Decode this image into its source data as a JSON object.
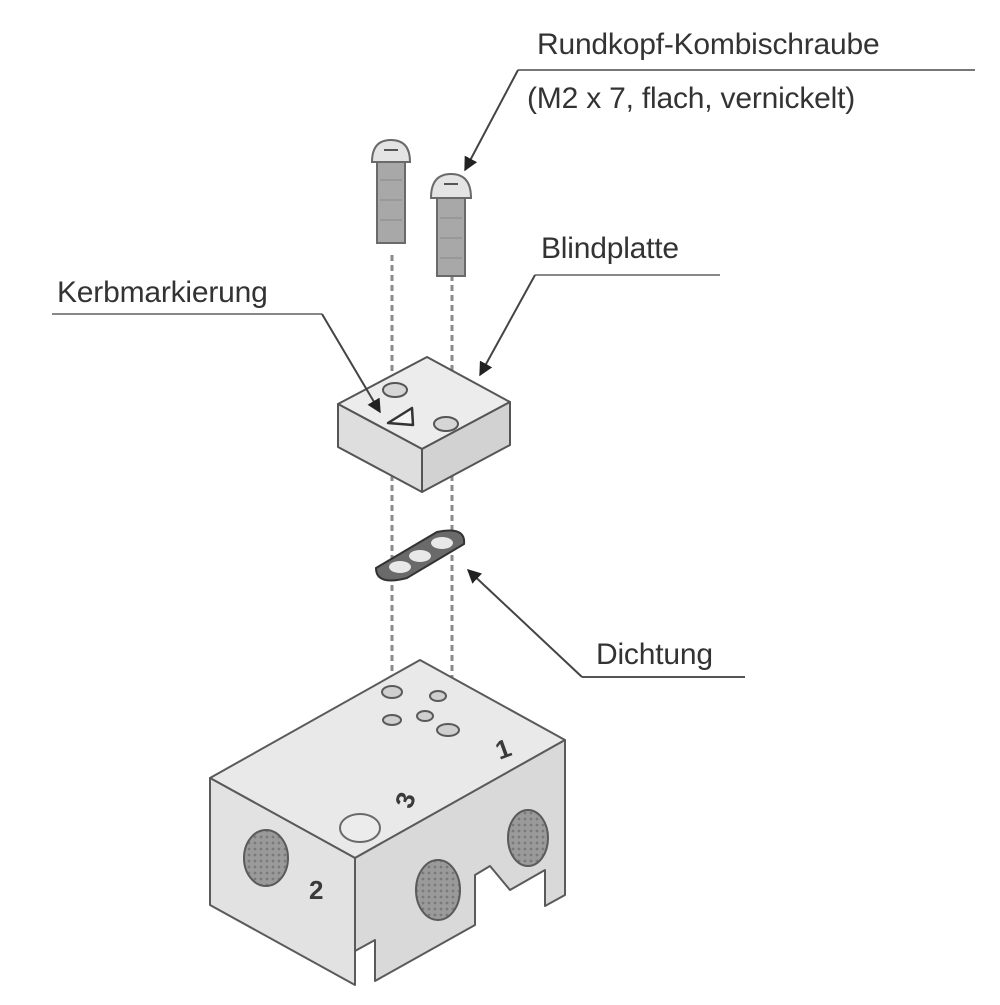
{
  "diagram": {
    "type": "exploded-assembly",
    "colors": {
      "part_fill": "#e6e6e6",
      "part_fill_dark": "#cfcfcf",
      "outline": "#555555",
      "leader": "#444444",
      "text": "#333333",
      "background": "#ffffff"
    },
    "labels": {
      "screw_title": "Rundkopf-Kombischraube",
      "screw_spec": "(M2 x 7, flach, vernickelt)",
      "blind_plate": "Blindplatte",
      "notch_mark": "Kerbmarkierung",
      "gasket": "Dichtung"
    },
    "ports": {
      "port_1": "1",
      "port_2": "2",
      "port_3": "3"
    },
    "parts": [
      {
        "id": "screw-left",
        "name": "Rundkopf-Kombischraube",
        "count": 2
      },
      {
        "id": "blind-plate",
        "name": "Blindplatte"
      },
      {
        "id": "gasket",
        "name": "Dichtung"
      },
      {
        "id": "manifold-base",
        "name": "Valve base with ports 1, 2, 3"
      }
    ]
  }
}
